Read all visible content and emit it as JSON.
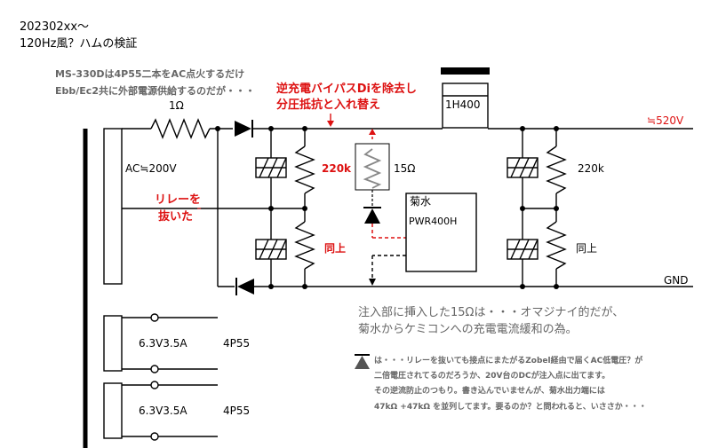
{
  "header": {
    "date": "202302xx～",
    "title": "120Hz風？ハムの検証"
  },
  "notes": {
    "gray_line1": "MS-330Dは4P55二本をAC点火するだけ",
    "gray_line2": "Ebb/Ec2共に外部電源供給するのだが・・・",
    "red_line1": "逆充電バイパスDiを除去し",
    "red_line2": "分圧抵抗と入れ替え",
    "relay_line1": "リレーを",
    "relay_line2": "抜いた",
    "inject_line1": "注入部に挿入した15Ωは・・・オマジナイ的だが、",
    "inject_line2": "菊水からケミコンへの充電電流緩和の為。",
    "small_line1": "は・・・リレーを抜いても接点にまたがるZobel経由で届くAC低電圧？が",
    "small_line2": "二倍電圧されてるのだろうか、20V台のDCが注入点に出てます。",
    "small_line3": "その逆流防止のつもり。書き込んでいませんが、菊水出力端には",
    "small_line4": "47kΩ +47kΩ を並列してます。要るのか？と問われると、いささか・・・"
  },
  "labels": {
    "r_input": "1Ω",
    "ac_in": "AC≒200V",
    "r_bleed_left": "220k",
    "r_bleed_left_lower": "同上",
    "r_inject": "15Ω",
    "choke": "1H400",
    "b_plus": "≒520V",
    "r_bleed_right": "220k",
    "r_bleed_right_lower": "同上",
    "supply_brand": "菊水",
    "supply_model": "PWR400H",
    "gnd": "GND",
    "heater1_v": "6.3V3.5A",
    "heater1_tube": "4P55",
    "heater2_v": "6.3V3.5A",
    "heater2_tube": "4P55"
  },
  "colors": {
    "wire": "#000000",
    "annotation": "#dd1111",
    "note_gray": "#666666",
    "resistor_highlight": "#888888"
  }
}
